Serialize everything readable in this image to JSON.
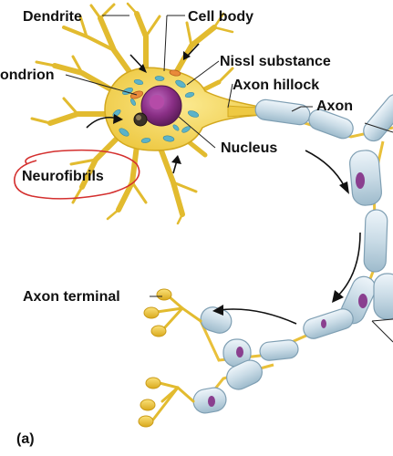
{
  "figure": {
    "panel_label": "(a)",
    "labels": {
      "dendrite": "Dendrite",
      "cell_body": "Cell body",
      "mitochondrion": "ondrion",
      "nissl": "Nissl substance",
      "axon_hillock": "Axon hillock",
      "axon": "Axon",
      "nucleus": "Nucleus",
      "neurofibrils": "Neurofibrils",
      "axon_terminal": "Axon terminal"
    },
    "colors": {
      "dendrite": "#f3d24a",
      "dendrite_edge": "#d3a81e",
      "cytoplasm": "#f6dc6a",
      "nissl": "#5cb3c9",
      "nucleus": "#8a2f86",
      "nucleolus": "#b54ba8",
      "myelin": "#c9dbe6",
      "myelin_edge": "#7f9fb3",
      "schwann_nucleus": "#8a3f8f",
      "annotation_red": "#d4302f"
    }
  }
}
